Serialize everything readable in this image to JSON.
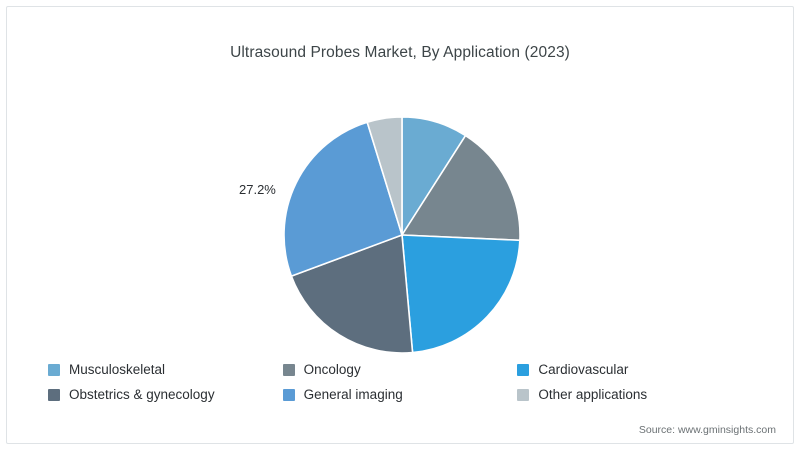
{
  "chart_data": {
    "type": "pie",
    "title": "Ultrasound Probes Market, By Application (2023)",
    "categories": [
      "Musculoskeletal",
      "Oncology",
      "Cardiovascular",
      "Obstetrics & gynecology",
      "General imaging",
      "Other applications"
    ],
    "values": [
      9.5,
      17.5,
      24.0,
      21.8,
      27.2,
      5.0
    ],
    "labels": [
      "",
      "",
      "",
      "",
      "27.2%",
      ""
    ],
    "colors": [
      "#6aabd2",
      "#77868f",
      "#2b9fdf",
      "#5d6e7e",
      "#5a9bd5",
      "#b9c4ca"
    ],
    "legend_position": "bottom",
    "grid": false,
    "xlabel": "",
    "ylabel": ""
  },
  "chart": {
    "title": "Ultrasound Probes Market, By Application (2023)",
    "callout": "27.2%"
  },
  "legend": {
    "items": [
      {
        "label": "Musculoskeletal",
        "color": "#6aabd2"
      },
      {
        "label": "Oncology",
        "color": "#77868f"
      },
      {
        "label": "Cardiovascular",
        "color": "#2b9fdf"
      },
      {
        "label": "Obstetrics & gynecology",
        "color": "#5d6e7e"
      },
      {
        "label": "General imaging",
        "color": "#5a9bd5"
      },
      {
        "label": "Other applications",
        "color": "#b9c4ca"
      }
    ]
  },
  "footer": {
    "source": "Source: www.gminsights.com"
  }
}
